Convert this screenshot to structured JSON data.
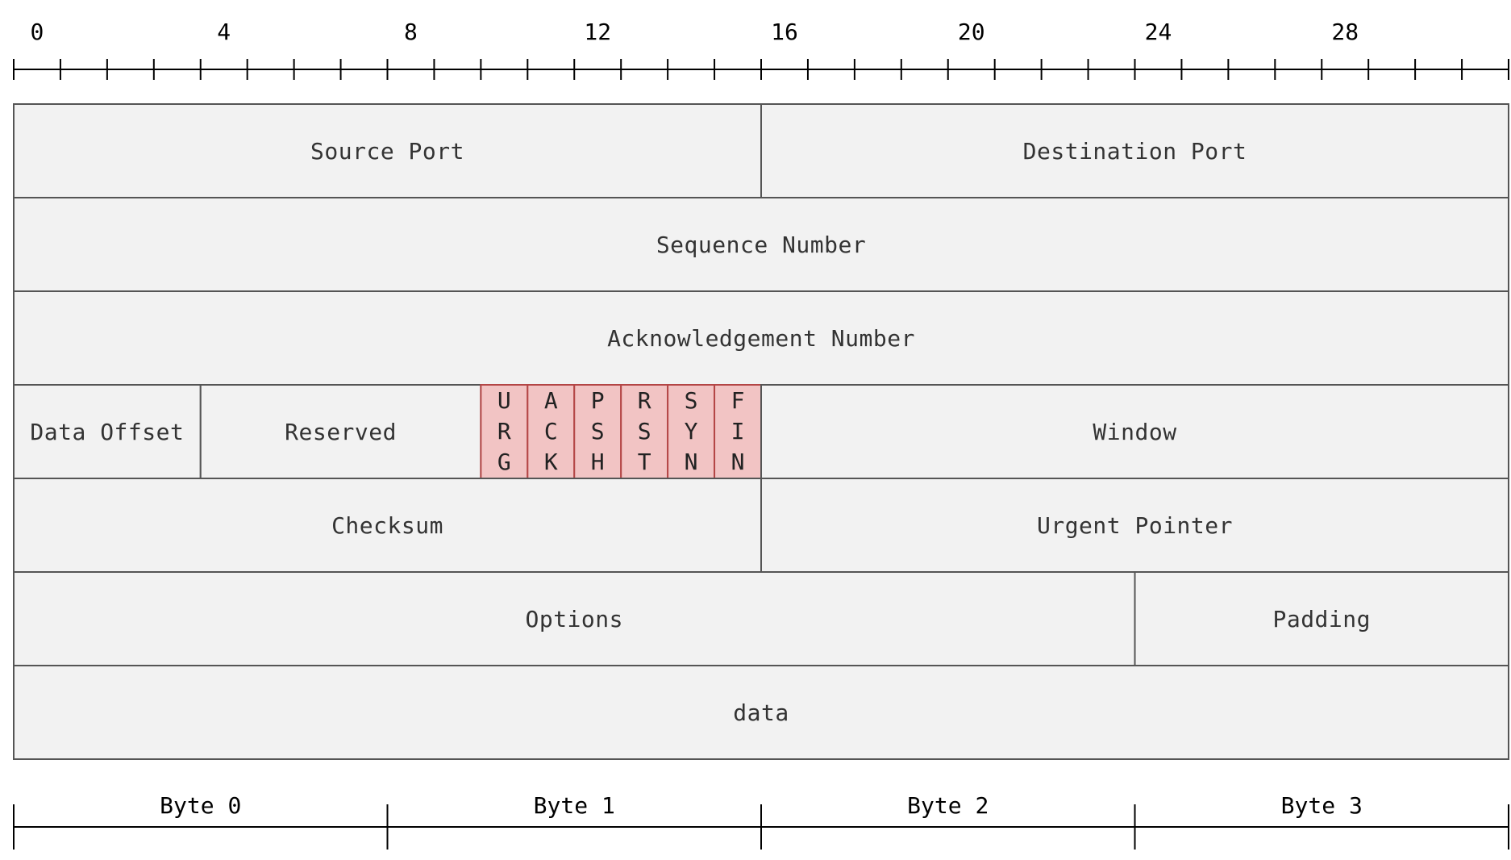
{
  "colors": {
    "field_fill": "#f2f2f2",
    "field_stroke": "#555555",
    "flag_fill": "#f2c4c4",
    "flag_stroke": "#b44646",
    "ruler": "#000000"
  },
  "ruler": {
    "bits": 32,
    "labels": [
      "0",
      "4",
      "8",
      "12",
      "16",
      "20",
      "24",
      "28"
    ]
  },
  "rows": [
    [
      {
        "name": "source-port",
        "label": "Source Port",
        "bits": 16
      },
      {
        "name": "destination-port",
        "label": "Destination Port",
        "bits": 16
      }
    ],
    [
      {
        "name": "sequence-number",
        "label": "Sequence Number",
        "bits": 32
      }
    ],
    [
      {
        "name": "acknowledgement-number",
        "label": "Acknowledgement Number",
        "bits": 32
      }
    ],
    [
      {
        "name": "data-offset",
        "label": "Data Offset",
        "bits": 4
      },
      {
        "name": "reserved",
        "label": "Reserved",
        "bits": 6
      },
      {
        "name": "flag-urg",
        "label": "URG",
        "bits": 1,
        "flag": true
      },
      {
        "name": "flag-ack",
        "label": "ACK",
        "bits": 1,
        "flag": true
      },
      {
        "name": "flag-psh",
        "label": "PSH",
        "bits": 1,
        "flag": true
      },
      {
        "name": "flag-rst",
        "label": "RST",
        "bits": 1,
        "flag": true
      },
      {
        "name": "flag-syn",
        "label": "SYN",
        "bits": 1,
        "flag": true
      },
      {
        "name": "flag-fin",
        "label": "FIN",
        "bits": 1,
        "flag": true
      },
      {
        "name": "window",
        "label": "Window",
        "bits": 16
      }
    ],
    [
      {
        "name": "checksum",
        "label": "Checksum",
        "bits": 16
      },
      {
        "name": "urgent-pointer",
        "label": "Urgent Pointer",
        "bits": 16
      }
    ],
    [
      {
        "name": "options",
        "label": "Options",
        "bits": 24
      },
      {
        "name": "padding",
        "label": "Padding",
        "bits": 8
      }
    ],
    [
      {
        "name": "data",
        "label": "data",
        "bits": 32
      }
    ]
  ],
  "bytes": [
    "Byte 0",
    "Byte 1",
    "Byte 2",
    "Byte 3"
  ]
}
